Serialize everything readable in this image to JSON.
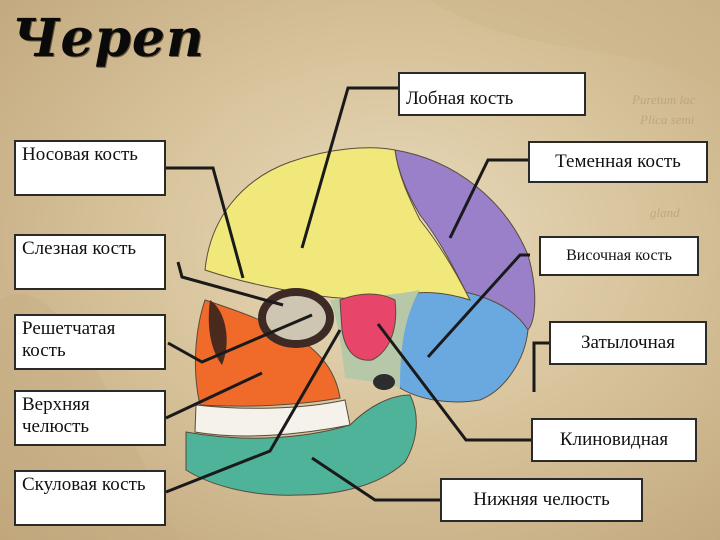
{
  "title": "Череп",
  "labels": {
    "frontal": "Лобная кость",
    "nasal": "Носовая кость",
    "parietal": "Теменная кость",
    "lacrimal": "Слезная кость",
    "temporal": "Височная кость",
    "ethmoid": "Решетчатая кость",
    "occipital": "Затылочная",
    "maxilla": "Верхняя челюсть",
    "sphenoid": "Клиновидная",
    "zygomatic": "Скуловая кость",
    "mandible": "Нижняя челюсть"
  },
  "colors": {
    "frontal": "#f0e87a",
    "parietal": "#9a7fc9",
    "temporal": "#6aa9e0",
    "sphenoid": "#e8456a",
    "maxilla": "#f06a2a",
    "mandible": "#4fb39a",
    "teeth": "#f4f2ea",
    "leader": "#1a1a1a"
  }
}
